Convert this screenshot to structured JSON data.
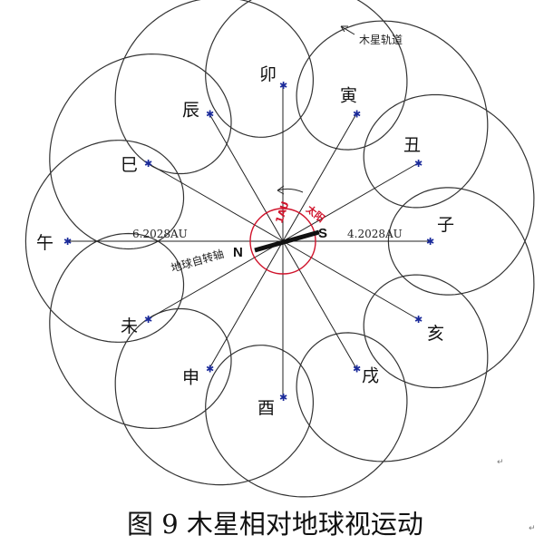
{
  "branches": [
    {
      "key": "zi",
      "label": "子"
    },
    {
      "key": "chou",
      "label": "丑"
    },
    {
      "key": "yin",
      "label": "寅"
    },
    {
      "key": "mao",
      "label": "卯"
    },
    {
      "key": "chen",
      "label": "辰"
    },
    {
      "key": "si",
      "label": "巳"
    },
    {
      "key": "wu",
      "label": "午"
    },
    {
      "key": "wei",
      "label": "未"
    },
    {
      "key": "shen",
      "label": "申"
    },
    {
      "key": "you",
      "label": "酉"
    },
    {
      "key": "xu",
      "label": "戌"
    },
    {
      "key": "hai",
      "label": "亥"
    }
  ],
  "labels": {
    "orbit": "木星轨道",
    "dist_left": "6.2028AU",
    "dist_right": "4.2028AU",
    "axis": "地球自转轴",
    "north": "N",
    "south": "S",
    "sun": "太阳",
    "one_au": "1AU",
    "caption": "图 9  木星相对地球视运动",
    "para_mark": "↵"
  },
  "colors": {
    "sun_circle": "#d0142c",
    "jupiter_mark": "#1a2a9a",
    "lines": "#222222"
  }
}
